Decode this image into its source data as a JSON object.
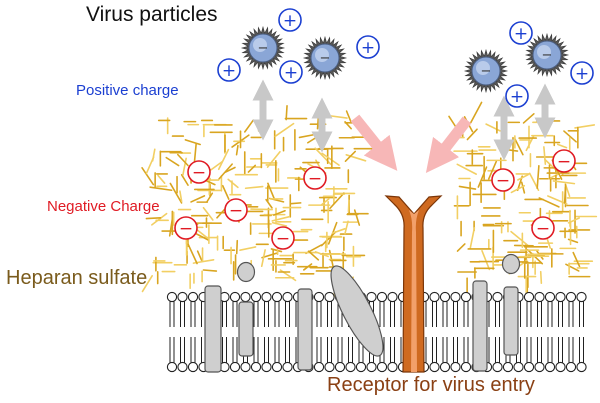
{
  "labels": {
    "virus_particles": "Virus particles",
    "positive_charge": "Positive charge",
    "negative_charge": "Negative Charge",
    "heparan_sulfate": "Heparan sulfate",
    "receptor": "Receptor for virus entry"
  },
  "symbols": {
    "plus": "+",
    "minus": "−"
  },
  "colors": {
    "positive": "#1b3fd1",
    "negative": "#e01b24",
    "heparan": "#d9a520",
    "heparan_light": "#f2cf63",
    "receptor": "#cf6a20",
    "receptor_light": "#f2a06a",
    "protein_fill": "#cfcfcf",
    "interaction_arrow": "#c8c8c8",
    "entry_arrow": "#f7b7b7",
    "lipid": "#222222"
  },
  "icons": {
    "virus": "virus-particle-icon",
    "positive": "positive-charge-icon",
    "negative": "negative-charge-icon"
  }
}
